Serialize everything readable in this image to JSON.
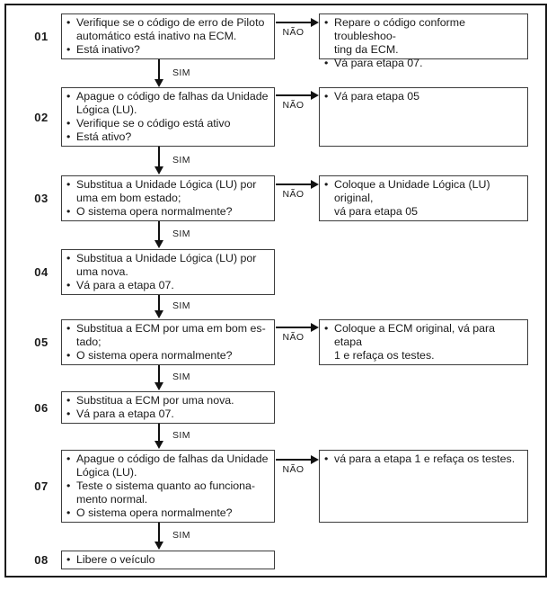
{
  "flowchart": {
    "bullet": "•",
    "yes_label": "SIM",
    "no_label": "NÃO",
    "steps": [
      {
        "number": "01",
        "main": [
          "Verifique se o código de erro de Piloto\nautomático está inativo na ECM.",
          "Está inativo?"
        ],
        "no_branch": [
          "Repare o código conforme troubleshoo-\nting da ECM.",
          "Vá para etapa 07."
        ]
      },
      {
        "number": "02",
        "main": [
          "Apague o código de falhas da Unidade\nLógica (LU).",
          "Verifique se o código está ativo",
          "Está ativo?"
        ],
        "no_branch": [
          "Vá para etapa 05"
        ]
      },
      {
        "number": "03",
        "main": [
          "Substitua a Unidade Lógica (LU) por\numa em bom estado;",
          "O sistema opera normalmente?"
        ],
        "no_branch": [
          "Coloque a Unidade Lógica (LU) original,\nvá para etapa 05"
        ]
      },
      {
        "number": "04",
        "main": [
          "Substitua a Unidade Lógica (LU) por\numa nova.",
          "Vá para a etapa 07."
        ]
      },
      {
        "number": "05",
        "main": [
          "Substitua a ECM por uma em bom es-\ntado;",
          "O sistema opera normalmente?"
        ],
        "no_branch": [
          "Coloque a ECM original, vá para etapa\n1 e refaça os testes."
        ]
      },
      {
        "number": "06",
        "main": [
          "Substitua a ECM por uma nova.",
          "Vá para a etapa 07."
        ]
      },
      {
        "number": "07",
        "main": [
          "Apague o código de falhas da Unidade\nLógica (LU).",
          "Teste o sistema quanto ao funciona-\nmento normal.",
          "O sistema opera normalmente?"
        ],
        "no_branch": [
          "vá para a etapa 1 e refaça os testes."
        ]
      },
      {
        "number": "08",
        "main": [
          "Libere o veículo"
        ]
      }
    ]
  }
}
